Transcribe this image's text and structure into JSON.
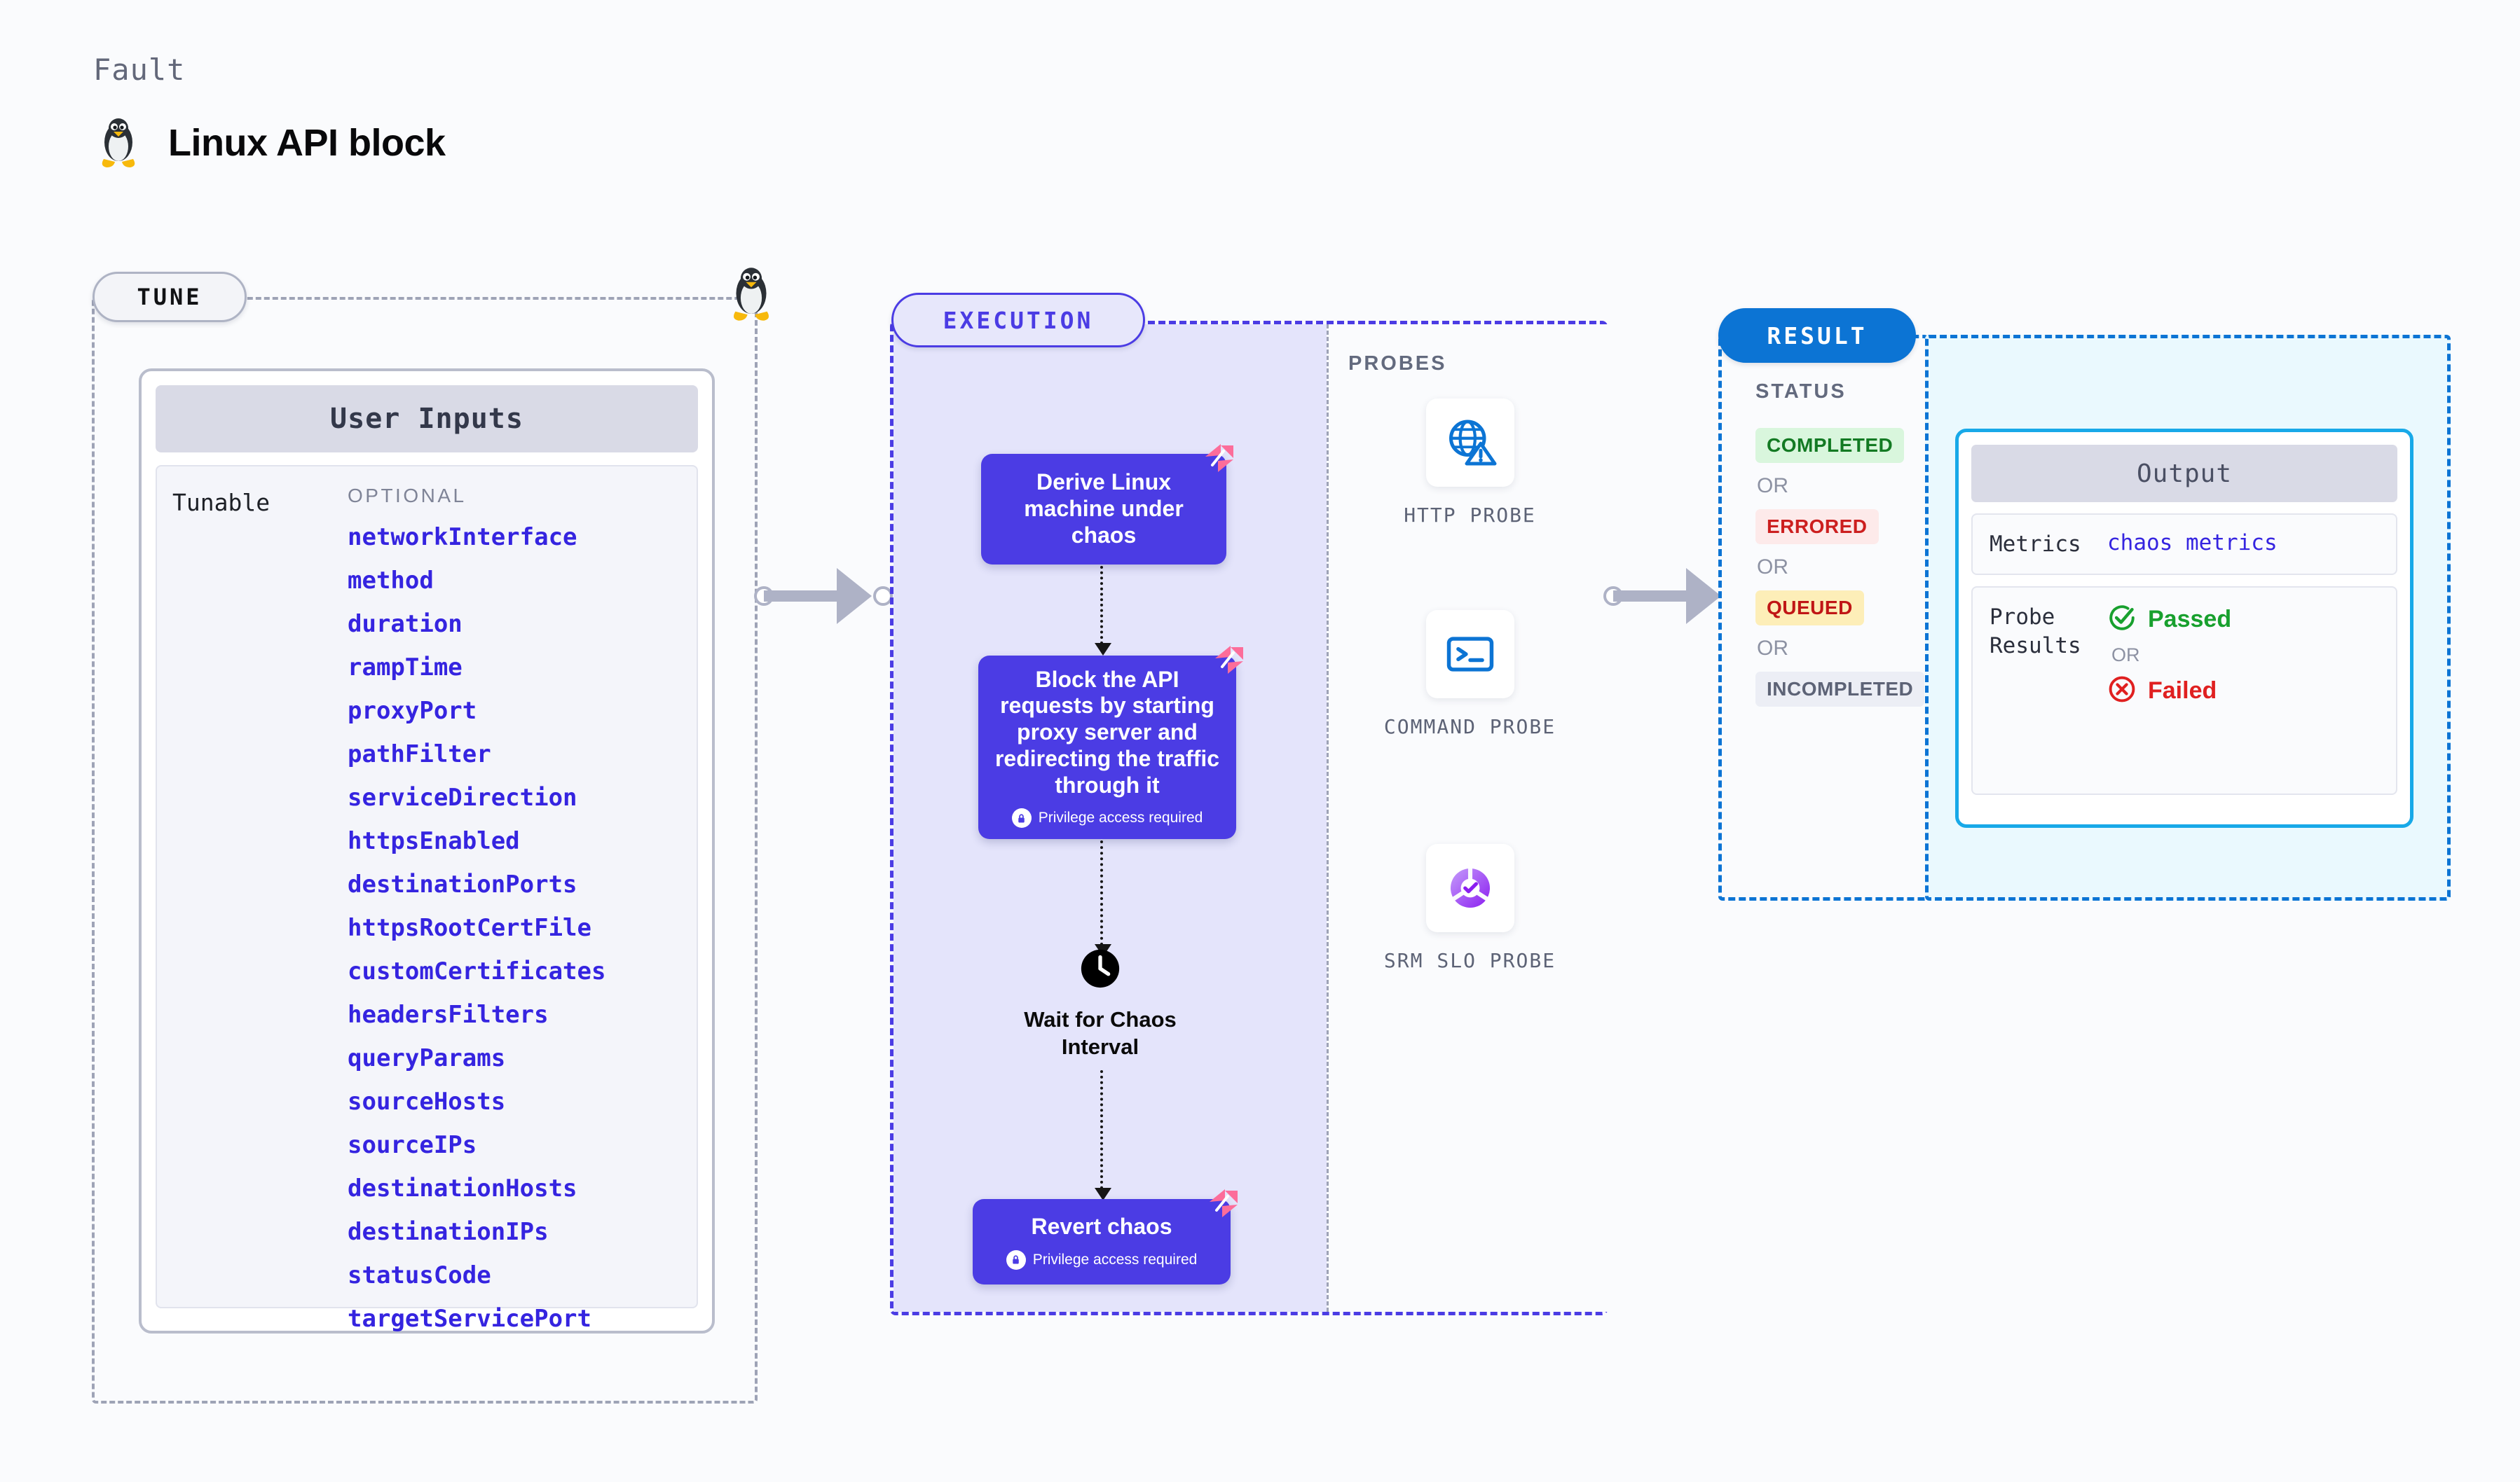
{
  "header": {
    "kicker": "Fault",
    "title": "Linux API block",
    "icon": "linux-penguin-icon"
  },
  "tune": {
    "pill_label": "TUNE",
    "card_title": "User Inputs",
    "group_label": "Tunable",
    "optional_label": "OPTIONAL",
    "params": [
      "networkInterface",
      "method",
      "duration",
      "rampTime",
      "proxyPort",
      "pathFilter",
      "serviceDirection",
      "httpsEnabled",
      "destinationPorts",
      "httpsRootCertFile",
      "customCertificates",
      "headersFilters",
      "queryParams",
      "sourceHosts",
      "sourceIPs",
      "destinationHosts",
      "destinationIPs",
      "statusCode",
      "targetServicePort"
    ]
  },
  "execution": {
    "pill_label": "EXECUTION",
    "steps": [
      {
        "title": "Derive Linux machine under chaos",
        "privilege": null,
        "badge": "harness-logo-icon"
      },
      {
        "title": "Block the API requests by starting proxy server and redirecting the traffic through it",
        "privilege": "Privilege access required",
        "badge": "harness-logo-icon"
      },
      {
        "title": "Wait for Chaos Interval",
        "icon": "clock-icon",
        "type": "wait"
      },
      {
        "title": "Revert chaos",
        "privilege": "Privilege access required",
        "badge": "harness-logo-icon"
      }
    ]
  },
  "probes": {
    "title": "PROBES",
    "items": [
      {
        "label": "HTTP PROBE",
        "icon": "globe-warning-icon"
      },
      {
        "label": "COMMAND PROBE",
        "icon": "terminal-icon"
      },
      {
        "label": "SRM SLO PROBE",
        "icon": "srm-slo-icon"
      }
    ]
  },
  "result": {
    "pill_label": "RESULT",
    "status_title": "STATUS",
    "or_label": "OR",
    "statuses": [
      {
        "label": "COMPLETED",
        "bg": "#d9f6dd",
        "fg": "#137a23"
      },
      {
        "label": "ERRORED",
        "bg": "#fdeaea",
        "fg": "#cc1f1f"
      },
      {
        "label": "QUEUED",
        "bg": "#fdeeb8",
        "fg": "#c01616"
      },
      {
        "label": "INCOMPLETED",
        "bg": "#eceef5",
        "fg": "#5d6376"
      }
    ],
    "output": {
      "title": "Output",
      "metrics_key": "Metrics",
      "metrics_value": "chaos metrics",
      "probe_results_key": "Probe Results",
      "passed_label": "Passed",
      "failed_label": "Failed",
      "or_label": "OR",
      "passed_color": "#18a02e",
      "failed_color": "#e02020"
    }
  },
  "colors": {
    "accent_purple": "#4b3ce4",
    "accent_blue": "#0c74d4",
    "accent_pink": "#fc6d9a",
    "param_blue": "#3524e0"
  }
}
